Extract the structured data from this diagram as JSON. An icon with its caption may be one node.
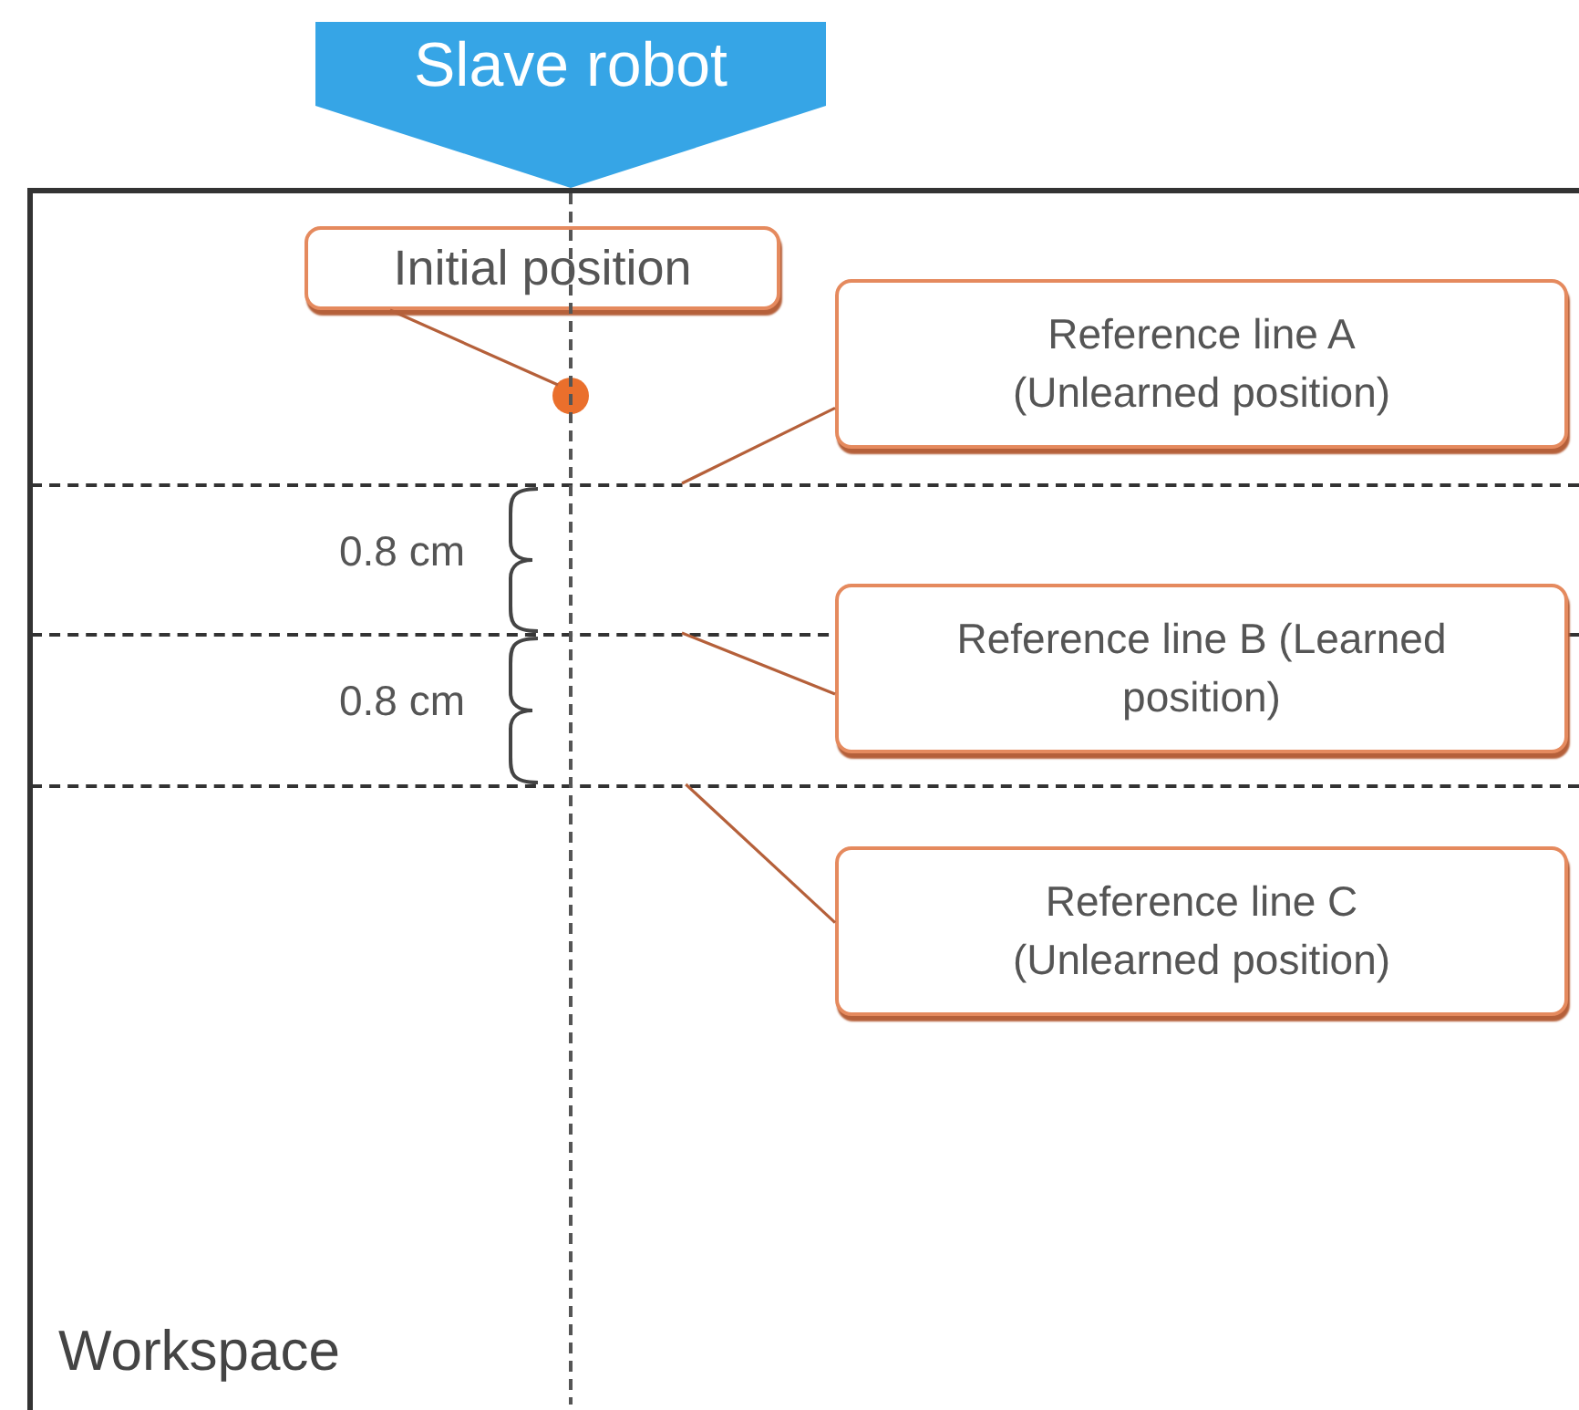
{
  "diagram": {
    "nodes": [
      {
        "text": [
          "Workspace"
        ]
      },
      {
        "text": [
          "Slave robot"
        ]
      },
      {
        "text": [
          "Initial position"
        ],
        "in": 0
      },
      {
        "text": [],
        "shape": "circle",
        "in": 0
      },
      {
        "text": [
          "Reference line A (Unlearned position)"
        ],
        "in": 0
      },
      {
        "text": [],
        "shape": "line",
        "in": 0
      },
      {
        "text": [
          "Reference line B (Learned position)"
        ],
        "in": 0
      },
      {
        "text": [],
        "shape": "line",
        "in": 0
      },
      {
        "text": [
          "Reference line C (Unlearned position)"
        ],
        "in": 0
      },
      {
        "text": [],
        "shape": "line",
        "in": 0
      }
    ],
    "edges": [
      {
        "from": 2,
        "to": 3,
        "arrow": "none"
      },
      {
        "from": 4,
        "to": 5,
        "arrow": "none"
      },
      {
        "from": 6,
        "to": 7,
        "arrow": "none"
      },
      {
        "from": 8,
        "to": 9,
        "arrow": "none"
      }
    ],
    "labels": [
      "0.8 cm",
      "0.8 cm"
    ]
  }
}
